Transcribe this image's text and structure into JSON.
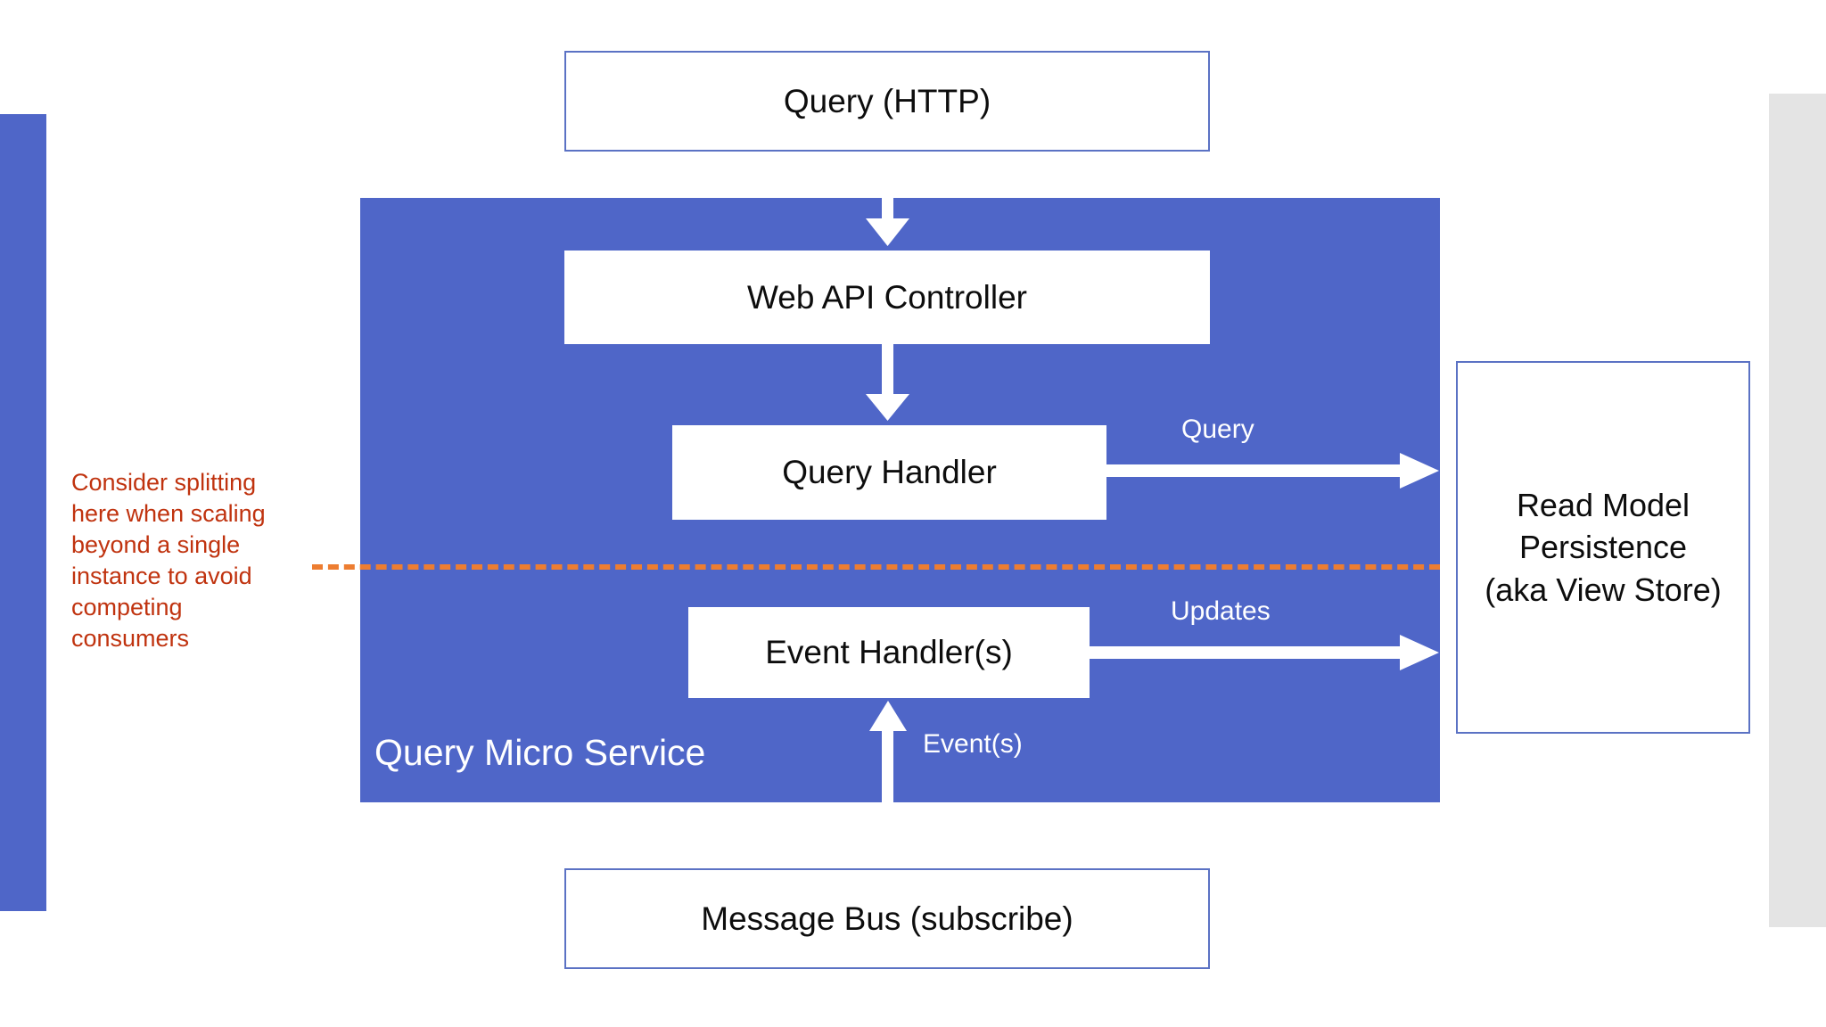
{
  "diagram": {
    "title": "Query Micro Service",
    "colors": {
      "service_blue": "#4f66c8",
      "box_border_blue": "#5b72c4",
      "annotation_orange": "#ed7d31",
      "annotation_red": "#c0330f",
      "accent_gray": "#e4e4e4",
      "box_fill": "#ffffff",
      "text_dark": "#0d0d0d"
    },
    "external_boxes": [
      {
        "id": "query-http",
        "label": "Query (HTTP)"
      },
      {
        "id": "message-bus",
        "label": "Message Bus (subscribe)"
      },
      {
        "id": "read-model",
        "label_lines": [
          "Read Model",
          "Persistence",
          "(aka View Store)"
        ]
      }
    ],
    "service": {
      "label": "Query Micro Service",
      "components": [
        {
          "id": "web-api-controller",
          "label": "Web API Controller"
        },
        {
          "id": "query-handler",
          "label": "Query Handler"
        },
        {
          "id": "event-handler",
          "label": "Event Handler(s)"
        }
      ]
    },
    "arrows": [
      {
        "id": "http-to-controller",
        "label": "",
        "from": "query-http",
        "to": "web-api-controller",
        "direction": "down"
      },
      {
        "id": "controller-to-handler",
        "label": "",
        "from": "web-api-controller",
        "to": "query-handler",
        "direction": "down"
      },
      {
        "id": "handler-to-readmodel",
        "label": "Query",
        "from": "query-handler",
        "to": "read-model",
        "direction": "right"
      },
      {
        "id": "eventhandler-to-readmodel",
        "label": "Updates",
        "from": "event-handler",
        "to": "read-model",
        "direction": "right"
      },
      {
        "id": "bus-to-eventhandler",
        "label": "Event(s)",
        "from": "message-bus",
        "to": "event-handler",
        "direction": "up"
      }
    ],
    "annotation": {
      "text": "Consider splitting here when scaling beyond a single instance to avoid competing consumers",
      "split_line_style": "dashed"
    }
  }
}
